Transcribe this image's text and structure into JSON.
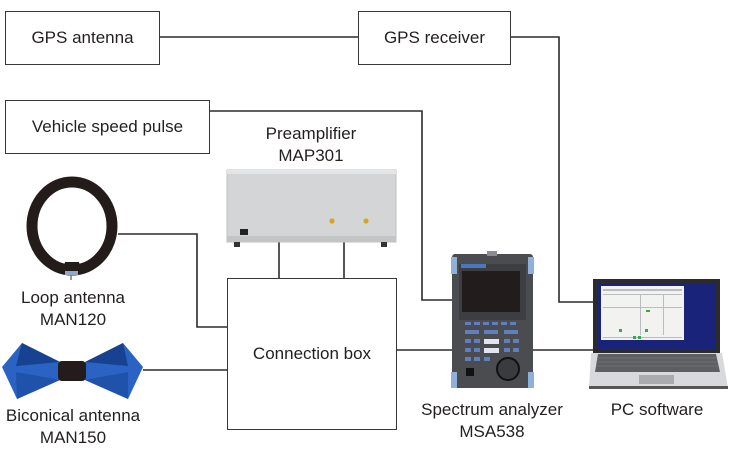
{
  "title": "Vehicle-mounted EMF measurement system diagram",
  "boxes": {
    "gps_antenna": "GPS antenna",
    "gps_receiver": "GPS receiver",
    "vehicle_speed_pulse": "Vehicle speed pulse",
    "connection_box": "Connection box"
  },
  "devices": {
    "preamplifier": {
      "name": "Preamplifier",
      "model": "MAP301"
    },
    "loop_antenna": {
      "name": "Loop antenna",
      "model": "MAN120"
    },
    "biconical_antenna": {
      "name": "Biconical antenna",
      "model": "MAN150"
    },
    "spectrum_analyzer": {
      "name": "Spectrum analyzer",
      "model": "MSA538"
    },
    "pc_software": {
      "name": "PC software"
    }
  },
  "connections": [
    [
      "GPS antenna",
      "GPS receiver"
    ],
    [
      "GPS receiver",
      "PC software"
    ],
    [
      "Vehicle speed pulse",
      "Spectrum analyzer"
    ],
    [
      "Preamplifier",
      "Connection box"
    ],
    [
      "Loop antenna",
      "Connection box"
    ],
    [
      "Biconical antenna",
      "Connection box"
    ],
    [
      "Connection box",
      "Spectrum analyzer"
    ],
    [
      "Spectrum analyzer",
      "PC software"
    ]
  ],
  "colors": {
    "line": "#2e2a2b",
    "antenna_blue": "#2a63c4",
    "antenna_blue_dark": "#17428f",
    "laptop_screen": "#1a237a",
    "preamp_body": "#d4d5d6",
    "connector_gold": "#d9a520"
  }
}
